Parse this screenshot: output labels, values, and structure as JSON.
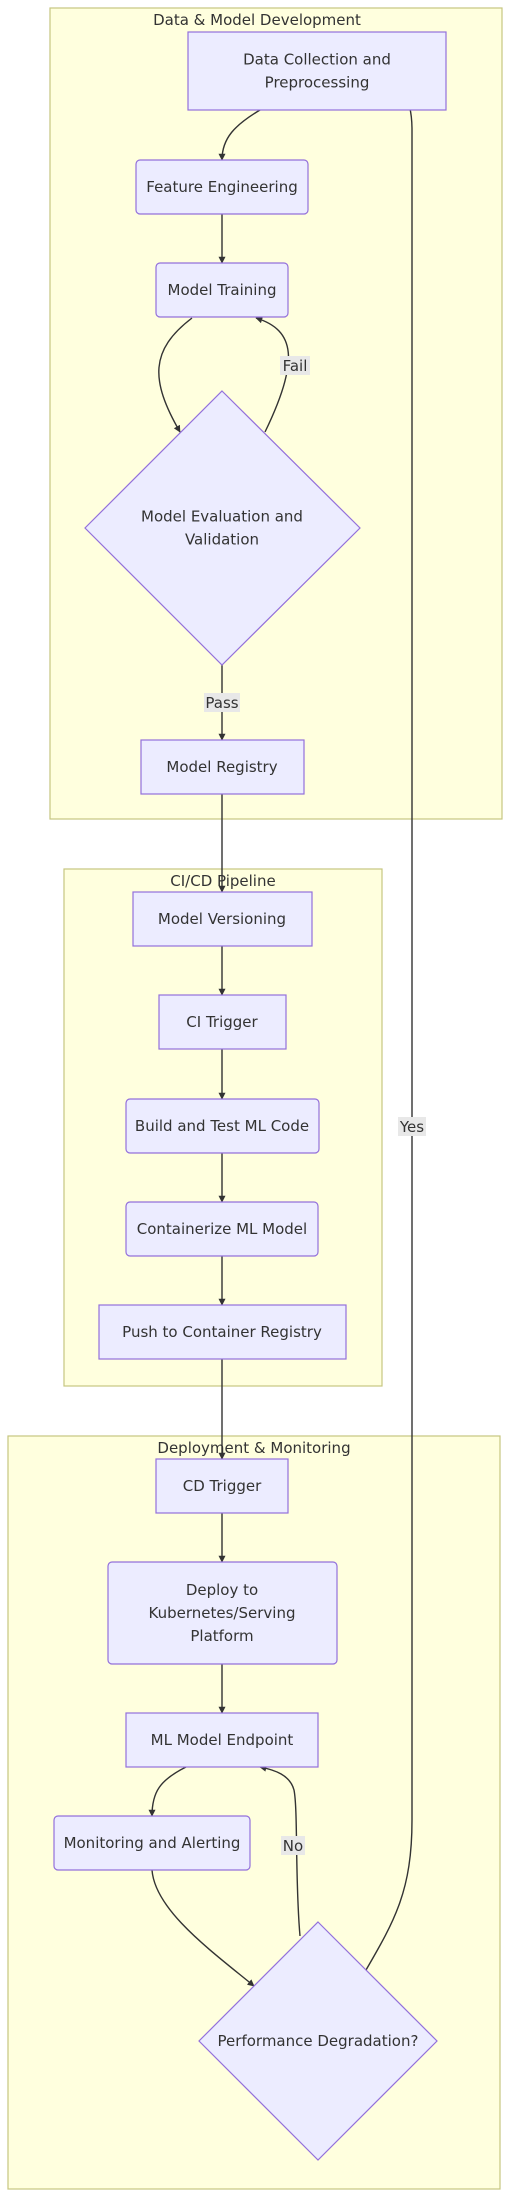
{
  "clusters": {
    "dev": "Data & Model Development",
    "cicd": "CI/CD Pipeline",
    "deploy": "Deployment & Monitoring"
  },
  "nodes": {
    "data_collection": [
      "Data Collection and",
      "Preprocessing"
    ],
    "feature_engineering": [
      "Feature Engineering"
    ],
    "model_training": [
      "Model Training"
    ],
    "model_evaluation": [
      "Model Evaluation and",
      "Validation"
    ],
    "model_registry": [
      "Model Registry"
    ],
    "model_versioning": [
      "Model Versioning"
    ],
    "ci_trigger": [
      "CI Trigger"
    ],
    "build_test": [
      "Build and Test ML Code"
    ],
    "containerize": [
      "Containerize ML Model"
    ],
    "push_registry": [
      "Push to Container Registry"
    ],
    "cd_trigger": [
      "CD Trigger"
    ],
    "deploy_platform": [
      "Deploy to",
      "Kubernetes/Serving",
      "Platform"
    ],
    "ml_endpoint": [
      "ML Model Endpoint"
    ],
    "monitoring": [
      "Monitoring and Alerting"
    ],
    "performance": [
      "Performance Degradation?"
    ]
  },
  "edge_labels": {
    "fail": "Fail",
    "pass": "Pass",
    "yes": "Yes",
    "no": "No"
  },
  "colors": {
    "cluster_fill": "#ffffde",
    "cluster_stroke": "#c6c680",
    "node_fill": "#ececff",
    "node_stroke": "#9370db",
    "edge": "#333333",
    "label_bg": "#e8e8e8"
  }
}
